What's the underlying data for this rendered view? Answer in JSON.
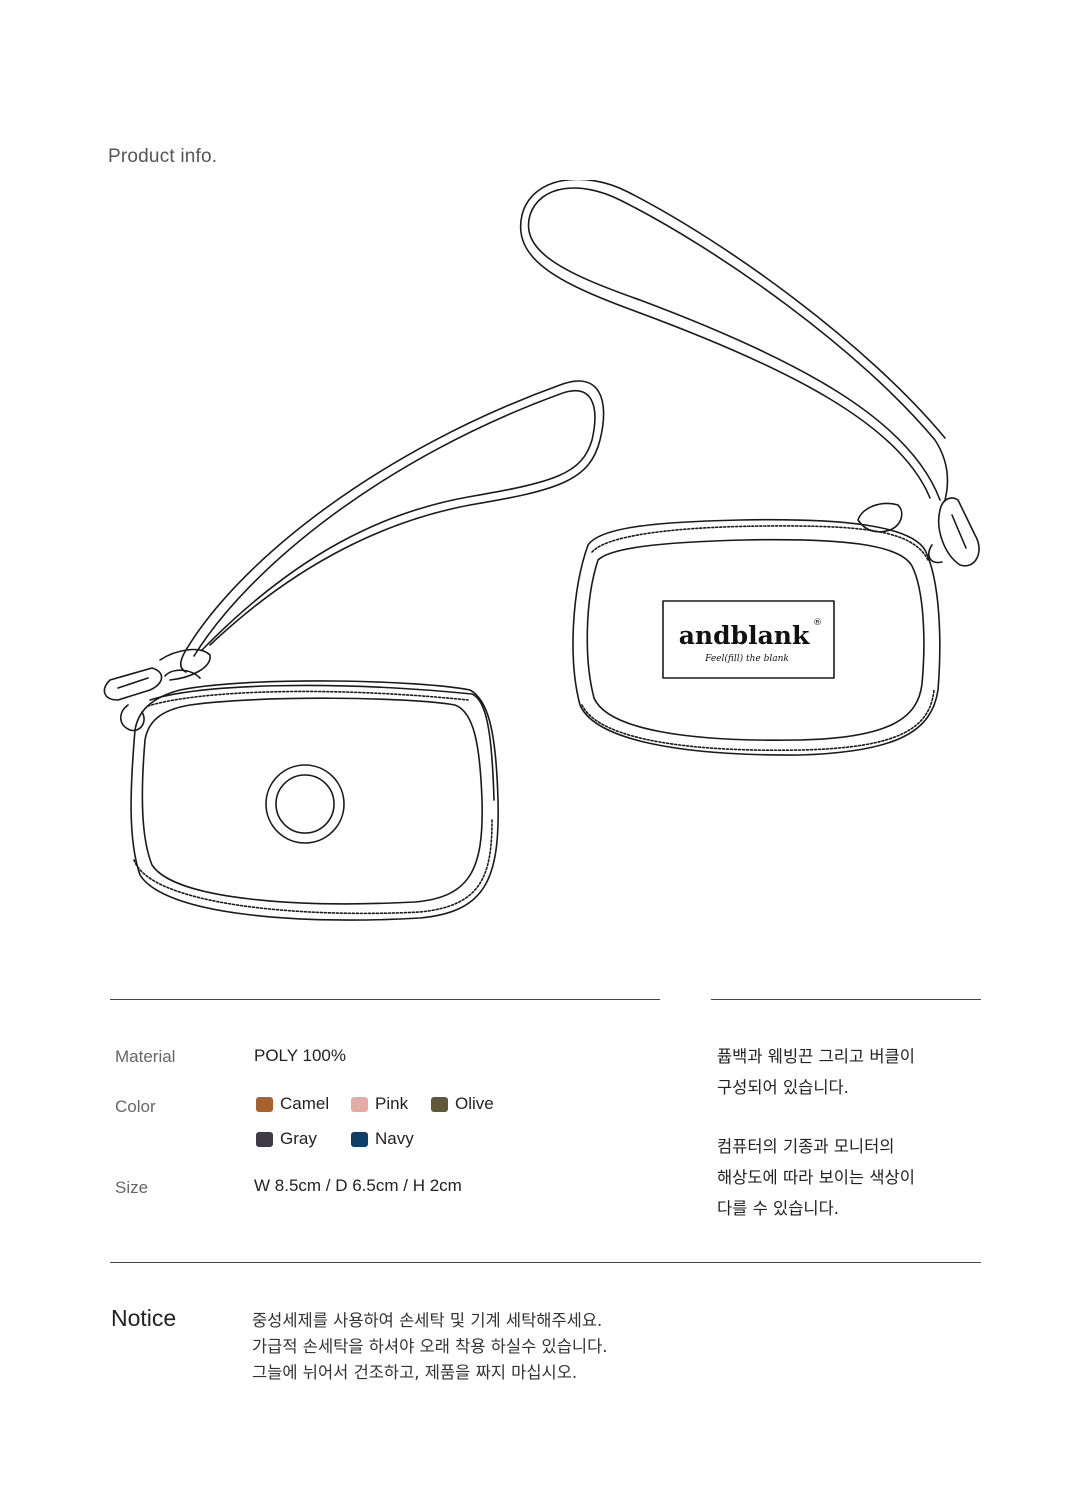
{
  "section": {
    "title": "Product info."
  },
  "product_label": {
    "brand": "andblank",
    "registered_mark": "®",
    "tagline": "Feel(fill) the blank"
  },
  "specs": {
    "material": {
      "label": "Material",
      "value": "POLY 100%"
    },
    "color": {
      "label": "Color",
      "options": [
        {
          "name": "Camel",
          "hex": "#A8612D"
        },
        {
          "name": "Pink",
          "hex": "#E3ABA3"
        },
        {
          "name": "Olive",
          "hex": "#5E5A37"
        },
        {
          "name": "Gray",
          "hex": "#3E3A48"
        },
        {
          "name": "Navy",
          "hex": "#0E3F66"
        }
      ]
    },
    "size": {
      "label": "Size",
      "value": "W 8.5cm / D 6.5cm / H 2cm"
    }
  },
  "side_notes": {
    "composition": [
      "퓹백과 웨빙끈 그리고 버클이",
      "구성되어 있습니다."
    ],
    "display": [
      "컴퓨터의 기종과 모니터의",
      "해상도에 따라 보이는 색상이",
      "다를 수 있습니다."
    ]
  },
  "notice": {
    "title": "Notice",
    "lines": [
      "중성세제를 사용하여 손세탁 및 기계 세탁해주세요.",
      "가급적 손세탁을 하셔야 오래 착용 하실수 있습니다.",
      "그늘에 뉘어서 건조하고, 제품을 짜지 마십시오."
    ]
  }
}
